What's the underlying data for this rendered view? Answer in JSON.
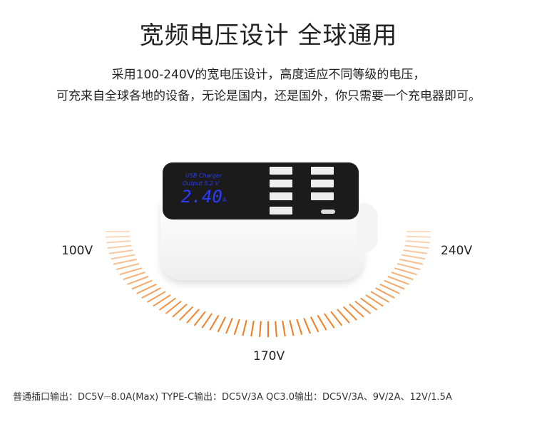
{
  "title": "宽频电压设计 全球通用",
  "description": [
    "采用100-240V的宽电压设计，高度适应不同等级的电压，",
    "可充来自全球各地的设备，无论是国内，还是国外，你只需要一个充电器即可。"
  ],
  "voltage_labels": {
    "left": "100V",
    "right": "240V",
    "bottom": "170V"
  },
  "device_display": {
    "line1": "USB Charger",
    "line2": "Output 5.2 V",
    "reading": "2.40",
    "unit": "A"
  },
  "specs": "普通插口输出：DC5V⎓8.0A(Max)   TYPE-C输出：DC5V/3A   QC3.0输出：DC5V/3A、9V/2A、12V/1.5A",
  "colors": {
    "accent": "#f07a1a",
    "lcd": "#2a3cff"
  }
}
